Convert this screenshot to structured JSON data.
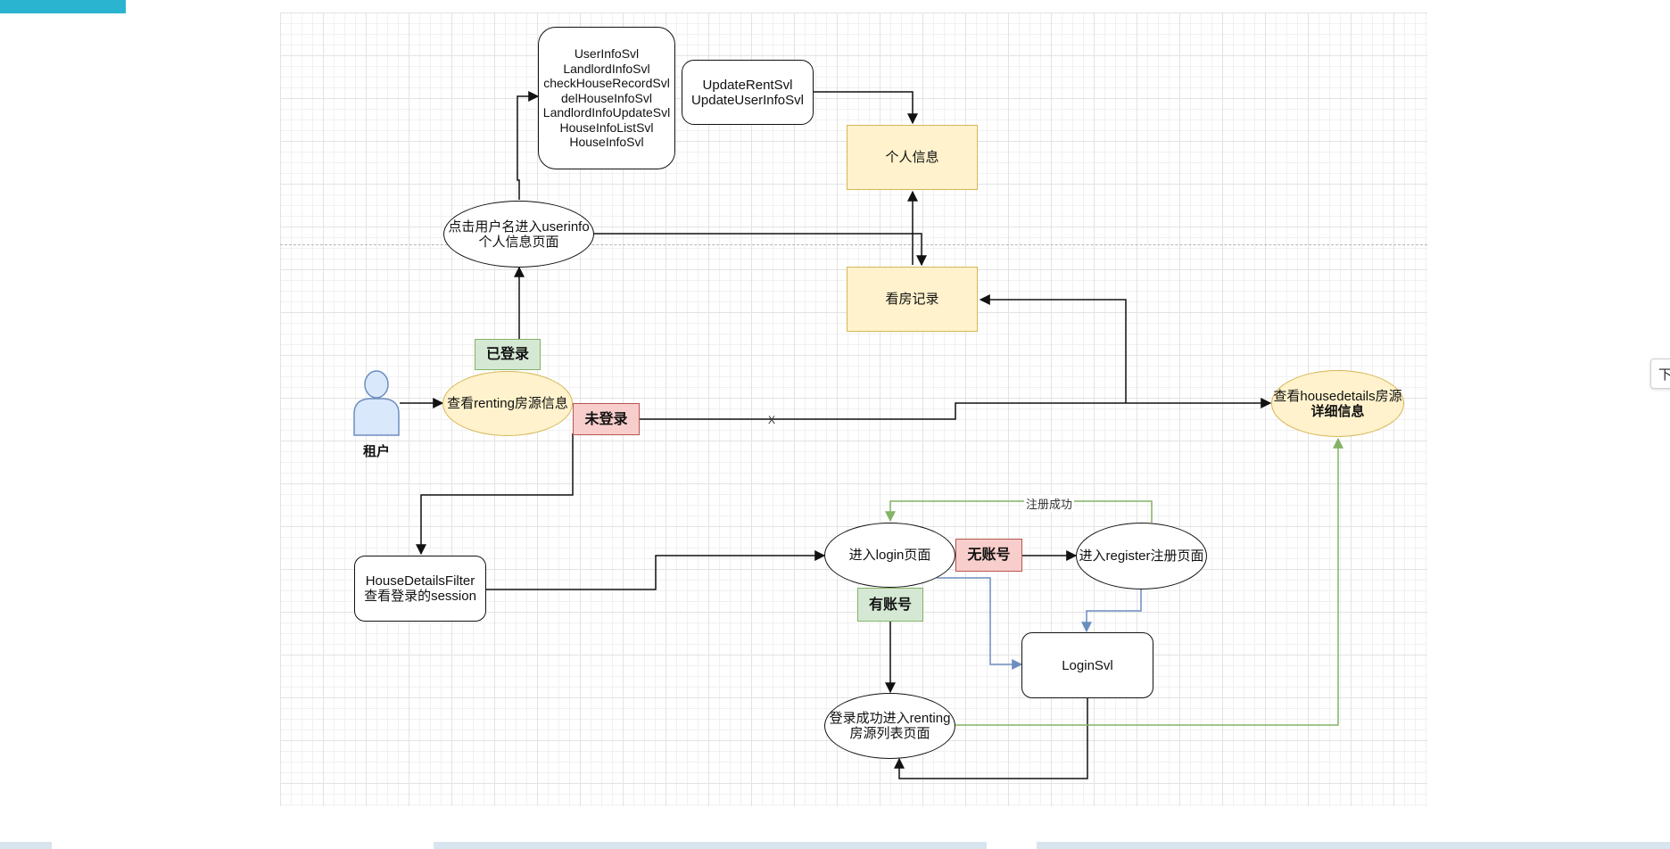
{
  "nodes": {
    "servlet_list": "UserInfoSvl\nLandlordInfoSvl\ncheckHouseRecordSvl\ndelHouseInfoSvl\nLandlordInfoUpdateSvl\nHouseInfoListSvl\nHouseInfoSvl",
    "update_svl": "UpdateRentSvl\nUpdateUserInfoSvl",
    "personal_info": "个人信息",
    "userinfo_page": "点击用户名进入userinfo\n个人信息页面",
    "view_records": "看房记录",
    "logged_in": "已登录",
    "tenant": "租户",
    "view_renting": "查看renting房源信息",
    "not_logged_in": "未登录",
    "housedetails_line1": "查看housedetails房源",
    "housedetails_line2": "详细信息",
    "filter_box": "HouseDetailsFilter\n查看登录的session",
    "login_page": "进入login页面",
    "no_account": "无账号",
    "register_page": "进入register注册页面",
    "has_account": "有账号",
    "login_svl": "LoginSvl",
    "login_success": "登录成功进入renting\n房源列表页面"
  },
  "edge_labels": {
    "register_success": "注册成功",
    "blocked_mark": "X"
  },
  "side_button": "下",
  "colors": {
    "accent_teal": "#2bb4cf",
    "yellow_fill": "#fff2cc",
    "yellow_stroke": "#d6b656",
    "green_fill": "#d5e8d4",
    "green_stroke": "#82b366",
    "red_fill": "#f8cecc",
    "red_stroke": "#b85450",
    "blue_edge": "#6c8ebf",
    "green_edge": "#82b366"
  },
  "icons": {
    "tenant": "person-icon"
  }
}
